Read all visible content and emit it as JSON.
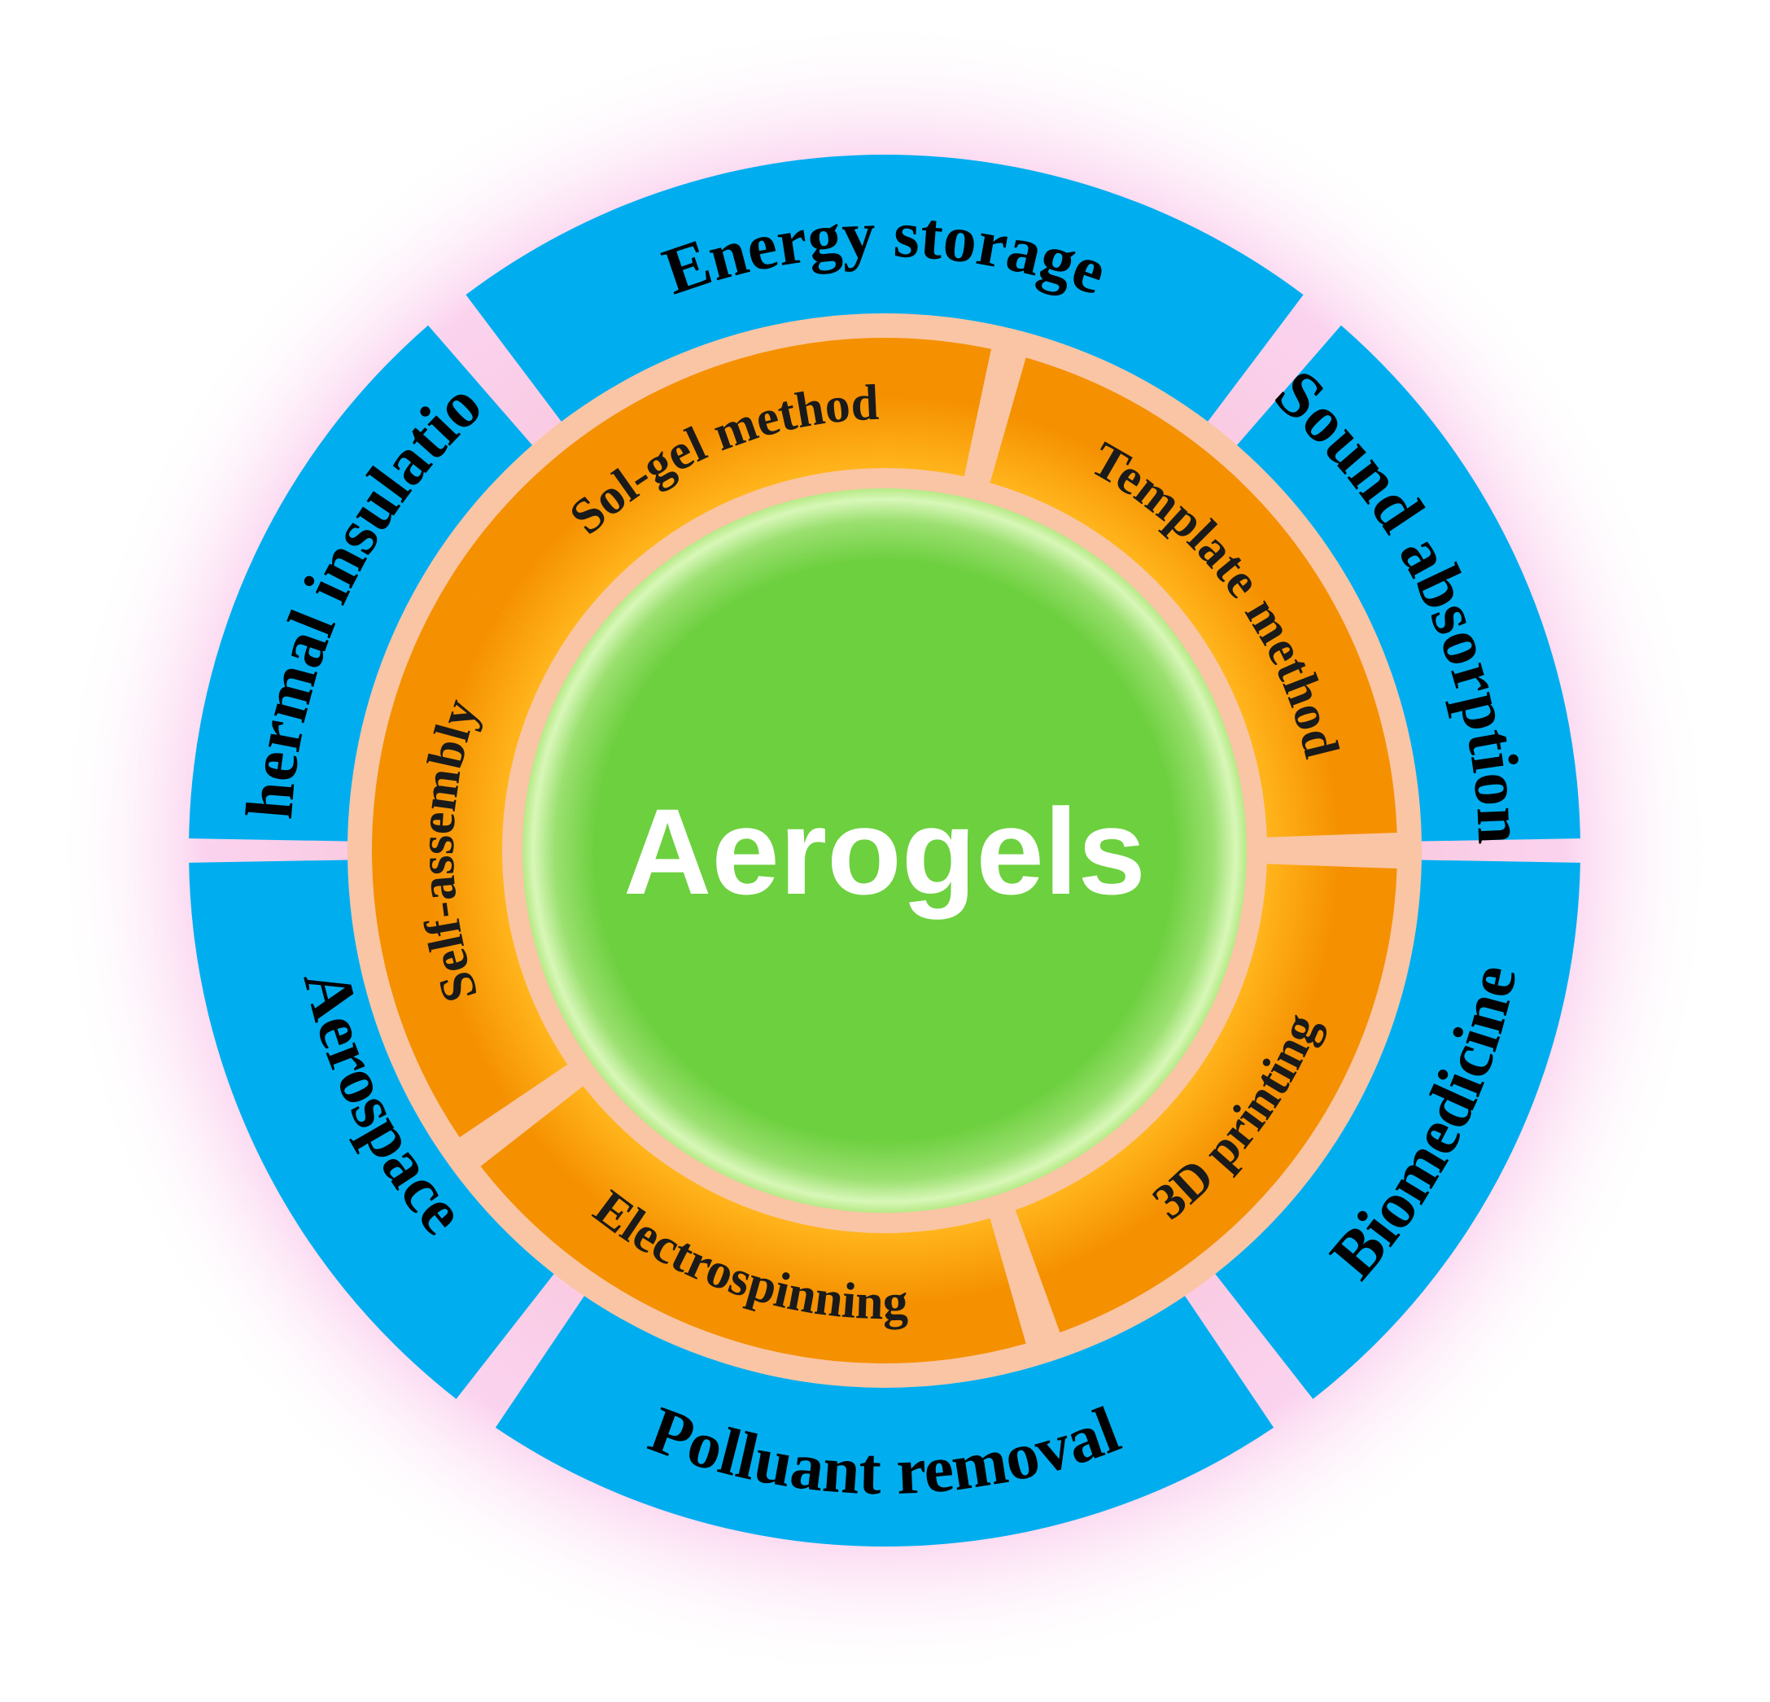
{
  "center": {
    "title": "Aerogels",
    "color": "#6dd03f"
  },
  "methods": [
    {
      "label": "Sol-gel method"
    },
    {
      "label": "Template method"
    },
    {
      "label": "3D printing"
    },
    {
      "label": "Electrospinning"
    },
    {
      "label": "Self-assembly"
    }
  ],
  "applications": [
    {
      "label": "Energy storage"
    },
    {
      "label": "Sound absorption"
    },
    {
      "label": "Biomedicine"
    },
    {
      "label": "Polluant removal"
    },
    {
      "label": "Aerospace"
    },
    {
      "label": "Thermal insulation"
    }
  ],
  "colors": {
    "application_ring": "#00aeef",
    "method_ring": "#ffa800",
    "glow": "#f9c8e8"
  }
}
